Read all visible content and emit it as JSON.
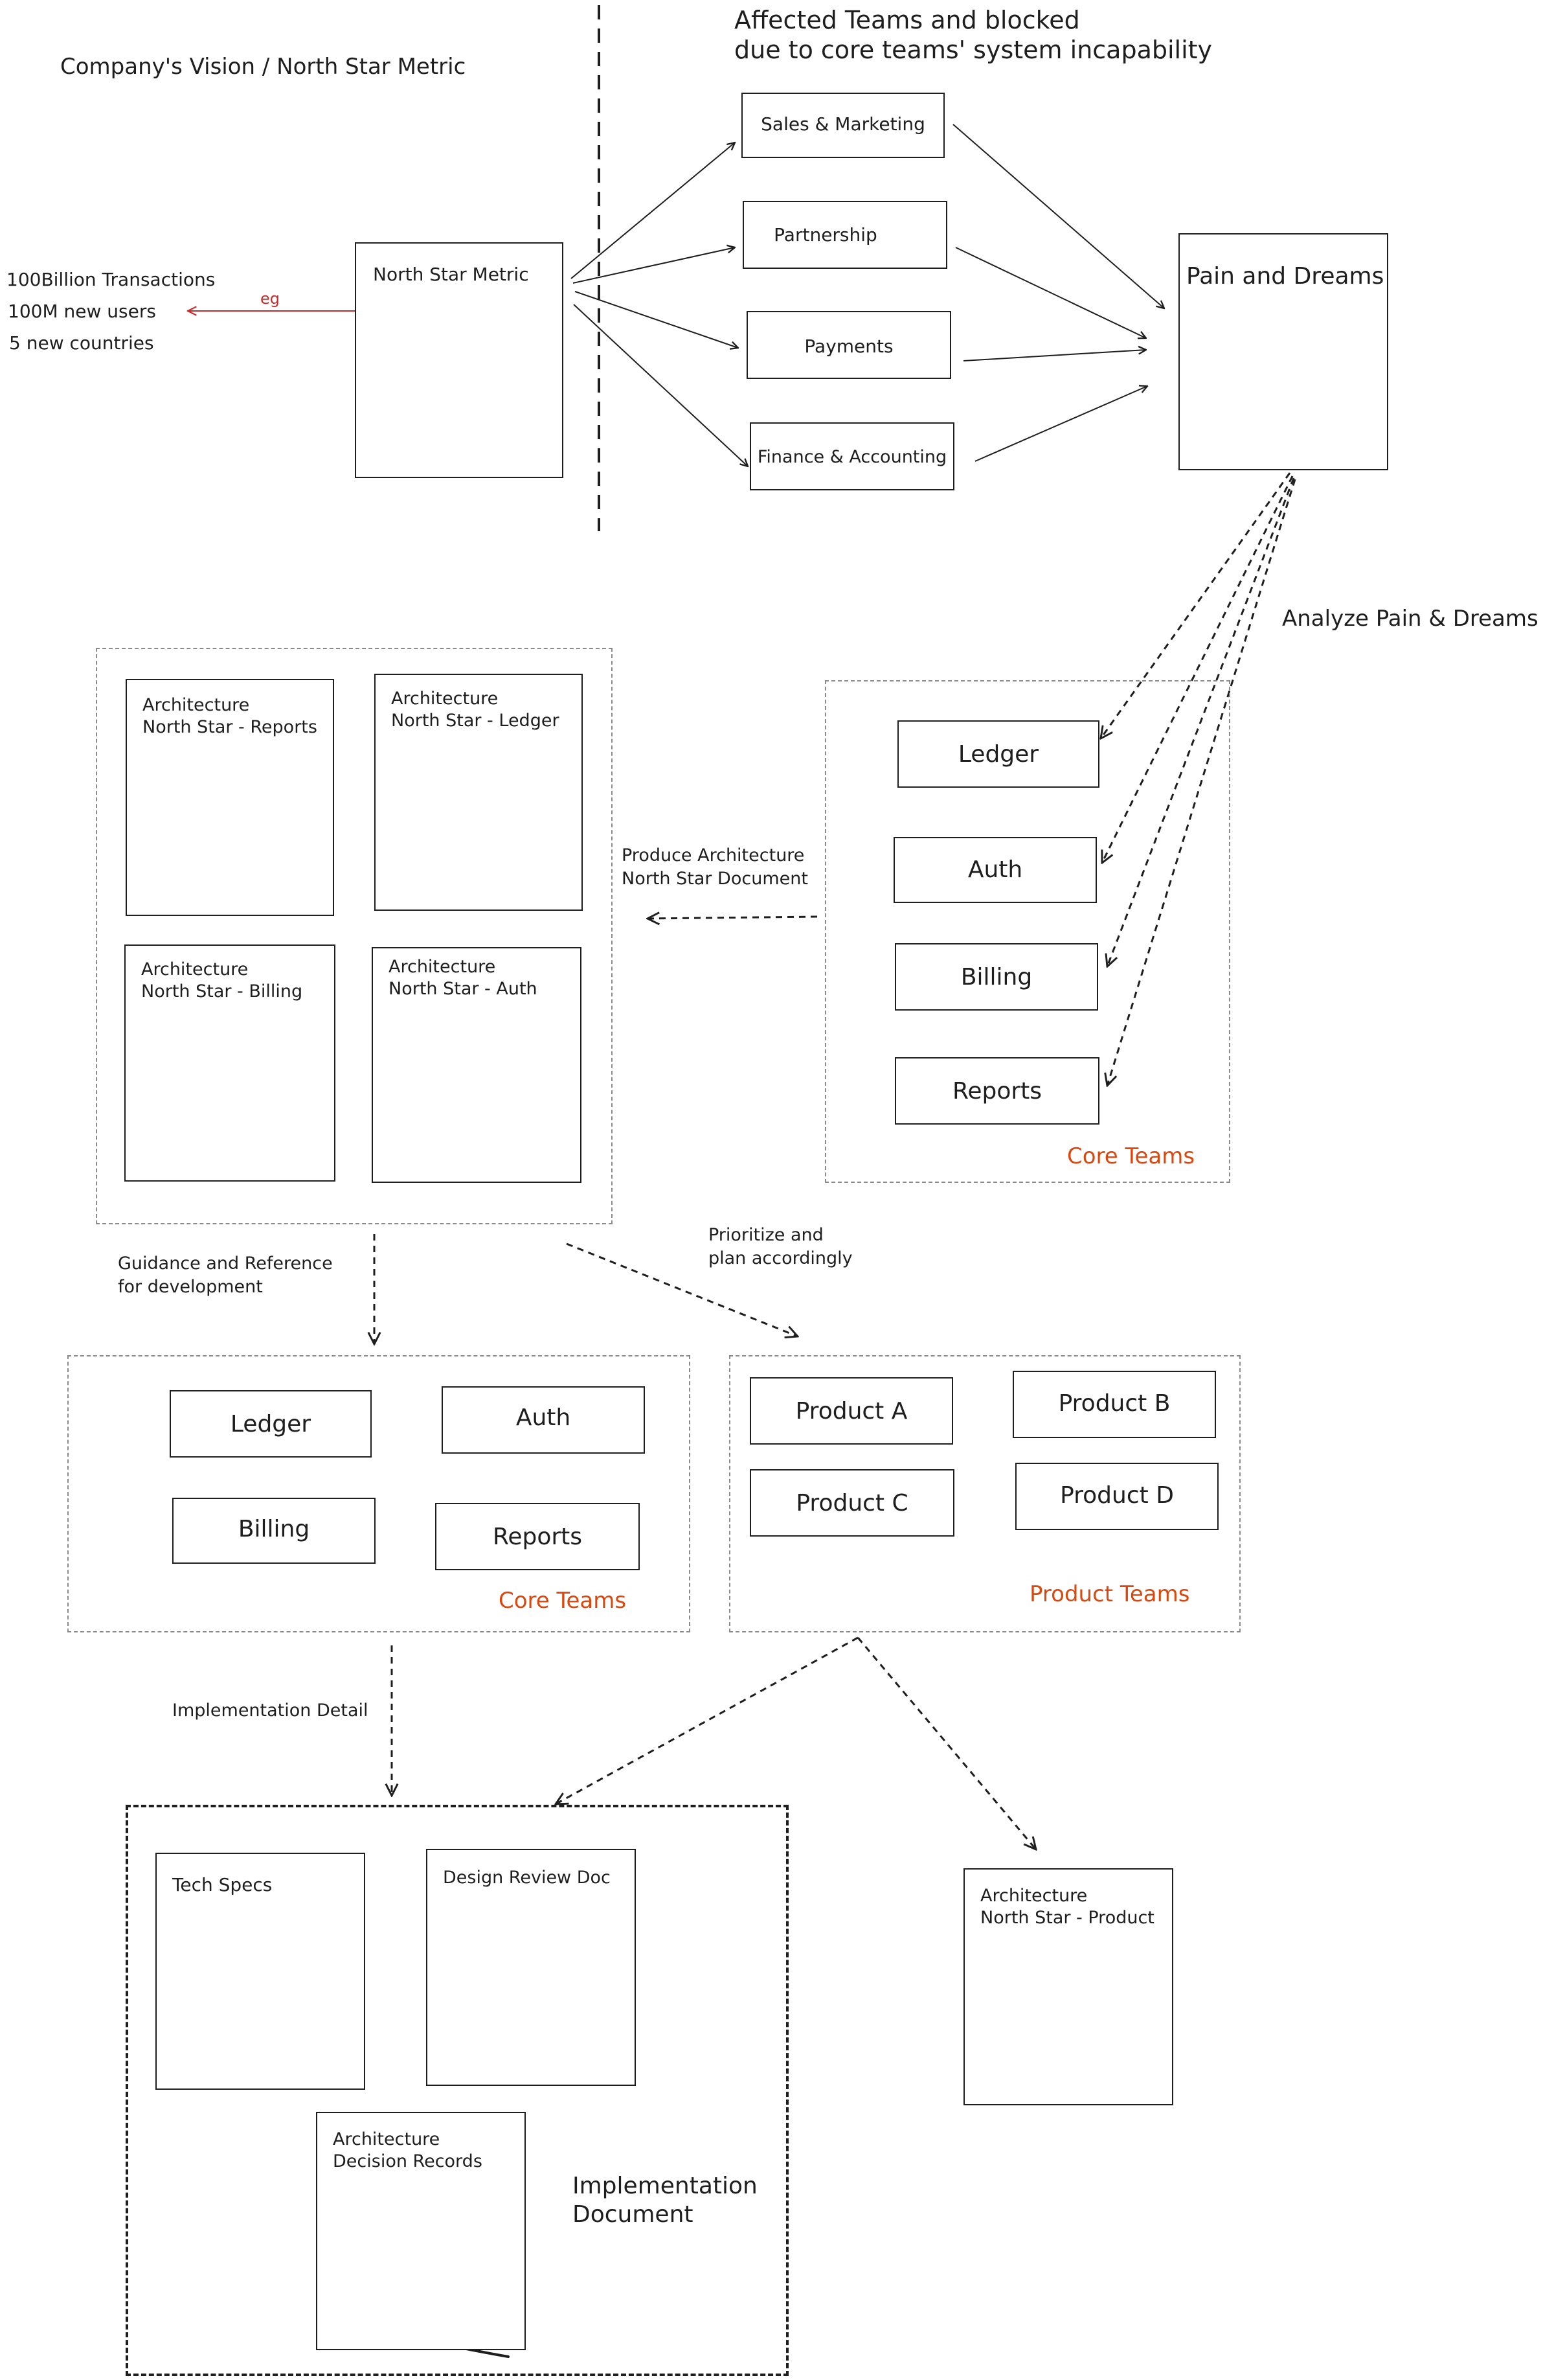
{
  "header": {
    "vision": "Company's Vision / North Star Metric",
    "affected_line1": "Affected Teams and blocked",
    "affected_line2": "due to core teams' system incapability"
  },
  "north_star": {
    "title": "North Star Metric",
    "eg_label": "eg",
    "examples": [
      "100Billion Transactions",
      "100M new users",
      "5 new countries"
    ]
  },
  "affected_teams": [
    "Sales & Marketing",
    "Partnership",
    "Payments",
    "Finance & Accounting"
  ],
  "pain": {
    "title": "Pain and Dreams",
    "analyze_label": "Analyze Pain & Dreams"
  },
  "core_teams_top": {
    "items": [
      "Ledger",
      "Auth",
      "Billing",
      "Reports"
    ],
    "label": "Core Teams"
  },
  "produce_label": {
    "line1": "Produce Architecture",
    "line2": "North Star Document"
  },
  "architecture_docs": [
    {
      "line1": "Architecture",
      "line2": "North Star - Reports"
    },
    {
      "line1": "Architecture",
      "line2": "North Star - Ledger"
    },
    {
      "line1": "Architecture",
      "line2": "North Star - Billing"
    },
    {
      "line1": "Architecture",
      "line2": "North Star - Auth"
    }
  ],
  "guidance_label": {
    "line1": "Guidance and Reference",
    "line2": "for development"
  },
  "prioritize_label": {
    "line1": "Prioritize and",
    "line2": "plan accordingly"
  },
  "core_teams_mid": {
    "items": [
      "Ledger",
      "Auth",
      "Billing",
      "Reports"
    ],
    "label": "Core Teams"
  },
  "product_teams": {
    "items": [
      "Product A",
      "Product B",
      "Product C",
      "Product D"
    ],
    "label": "Product Teams"
  },
  "implementation_detail_label": "Implementation Detail",
  "implementation": {
    "docs": [
      "Tech Specs",
      "Design Review Doc"
    ],
    "adr_line1": "Architecture",
    "adr_line2": "Decision Records",
    "label_line1": "Implementation",
    "label_line2": "Document"
  },
  "product_arch_doc": {
    "line1": "Architecture",
    "line2": "North Star - Product"
  },
  "colors": {
    "stroke": "#1e1e1e",
    "accent_orange": "#d9480f",
    "eg_red": "#c92a2a",
    "group_dash": "#8a8a8a"
  }
}
